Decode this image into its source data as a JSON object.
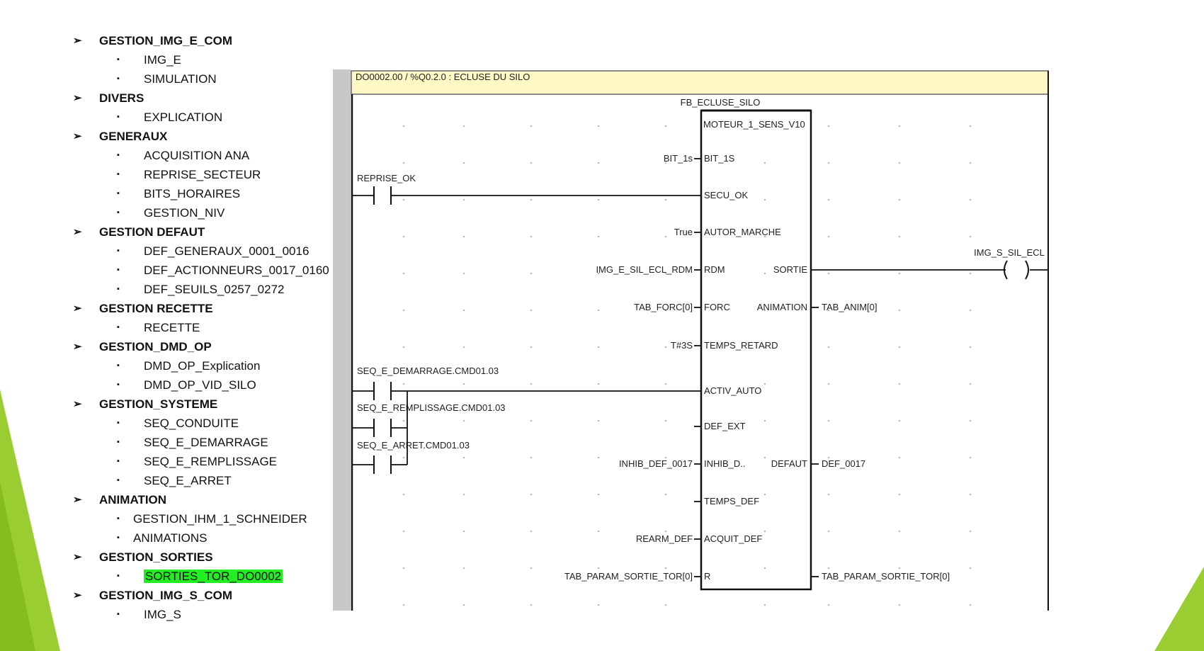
{
  "tree": {
    "groups": [
      {
        "label": "GESTION_IMG_E_COM",
        "items": [
          "IMG_E",
          "SIMULATION"
        ]
      },
      {
        "label": "DIVERS",
        "items": [
          "EXPLICATION"
        ]
      },
      {
        "label": "GENERAUX",
        "items": [
          "ACQUISITION ANA",
          "REPRISE_SECTEUR",
          "BITS_HORAIRES",
          "GESTION_NIV"
        ]
      },
      {
        "label": "GESTION DEFAUT",
        "items": [
          "DEF_GENERAUX_0001_0016",
          "DEF_ACTIONNEURS_0017_0160",
          "DEF_SEUILS_0257_0272"
        ]
      },
      {
        "label": "GESTION RECETTE",
        "items": [
          "RECETTE"
        ]
      },
      {
        "label": "GESTION_DMD_OP",
        "items": [
          "DMD_OP_Explication",
          "DMD_OP_VID_SILO"
        ]
      },
      {
        "label": "GESTION_SYSTEME",
        "items": [
          "SEQ_CONDUITE",
          "SEQ_E_DEMARRAGE",
          "SEQ_E_REMPLISSAGE",
          "SEQ_E_ARRET"
        ]
      },
      {
        "label": "ANIMATION",
        "items": [
          "GESTION_IHM_1_SCHNEIDER",
          "ANIMATIONS"
        ]
      },
      {
        "label": "GESTION_SORTIES",
        "items": [
          "SORTIES_TOR_DO0002"
        ]
      },
      {
        "label": "GESTION_IMG_S_COM",
        "items": [
          "IMG_S"
        ]
      }
    ],
    "highlighted_item": "SORTIES_TOR_DO0002",
    "highlight_color": "#22ee22",
    "group_glyph": "➢",
    "item_glyph": "▪"
  },
  "ladder": {
    "header": "DO0002.00 / %Q0.2.0 : ECLUSE DU SILO",
    "header_bg": "#fdf8c4",
    "block": {
      "type": "FB_ECLUSE_SILO",
      "title_pin": "MOTEUR_1_SENS_V10",
      "inputs": [
        {
          "pin": "BIT_1S",
          "var": "BIT_1s"
        },
        {
          "pin": "SECU_OK",
          "var": ""
        },
        {
          "pin": "AUTOR_MARCHE",
          "var": "True"
        },
        {
          "pin": "RDM",
          "var": "IMG_E_SIL_ECL_RDM"
        },
        {
          "pin": "FORC",
          "var": "TAB_FORC[0]"
        },
        {
          "pin": "TEMPS_RETARD",
          "var": "T#3S"
        },
        {
          "pin": "ACTIV_AUTO",
          "var": ""
        },
        {
          "pin": "DEF_EXT",
          "var": ""
        },
        {
          "pin": "INHIB_D..",
          "var": "INHIB_DEF_0017"
        },
        {
          "pin": "TEMPS_DEF",
          "var": ""
        },
        {
          "pin": "ACQUIT_DEF",
          "var": "REARM_DEF"
        },
        {
          "pin": "R",
          "var": "TAB_PARAM_SORTIE_TOR[0]"
        }
      ],
      "outputs": [
        {
          "pin": "SORTIE",
          "var": "IMG_S_SIL_ECL"
        },
        {
          "pin": "ANIMATION",
          "var": "TAB_ANIM[0]"
        },
        {
          "pin": "DEFAUT",
          "var": "DEF_0017"
        },
        {
          "pin": "",
          "var": "TAB_PARAM_SORTIE_TOR[0]"
        }
      ]
    },
    "contacts": [
      "REPRISE_OK",
      "SEQ_E_DEMARRAGE.CMD01.03",
      "SEQ_E_REMPLISSAGE.CMD01.03",
      "SEQ_E_ARRET.CMD01.03"
    ]
  }
}
